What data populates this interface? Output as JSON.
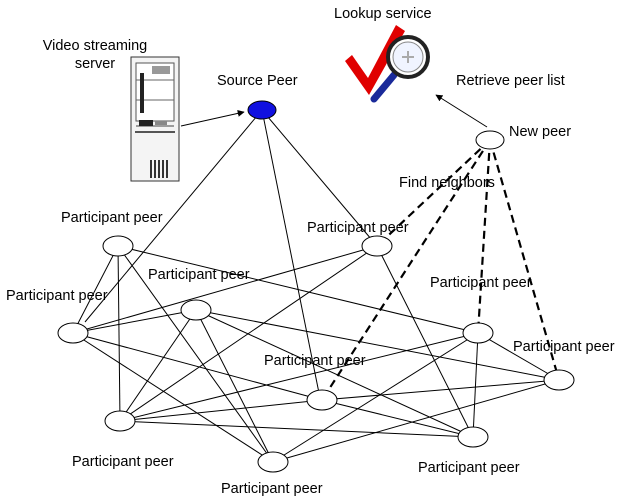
{
  "labels": {
    "lookup_service": "Lookup service",
    "video_server_line1": "Video streaming",
    "video_server_line2": "server",
    "source_peer": "Source Peer",
    "retrieve_peer_list": "Retrieve peer list",
    "new_peer": "New peer",
    "find_neighbors": "Find neighbors",
    "participant_peer": "Participant peer"
  },
  "colors": {
    "source_peer_fill": "#1010e0",
    "check_mark": "#e00000",
    "magnifier_handle": "#1a2a9a"
  },
  "icons": [
    "server-icon",
    "check-mark-icon",
    "magnifier-icon"
  ]
}
